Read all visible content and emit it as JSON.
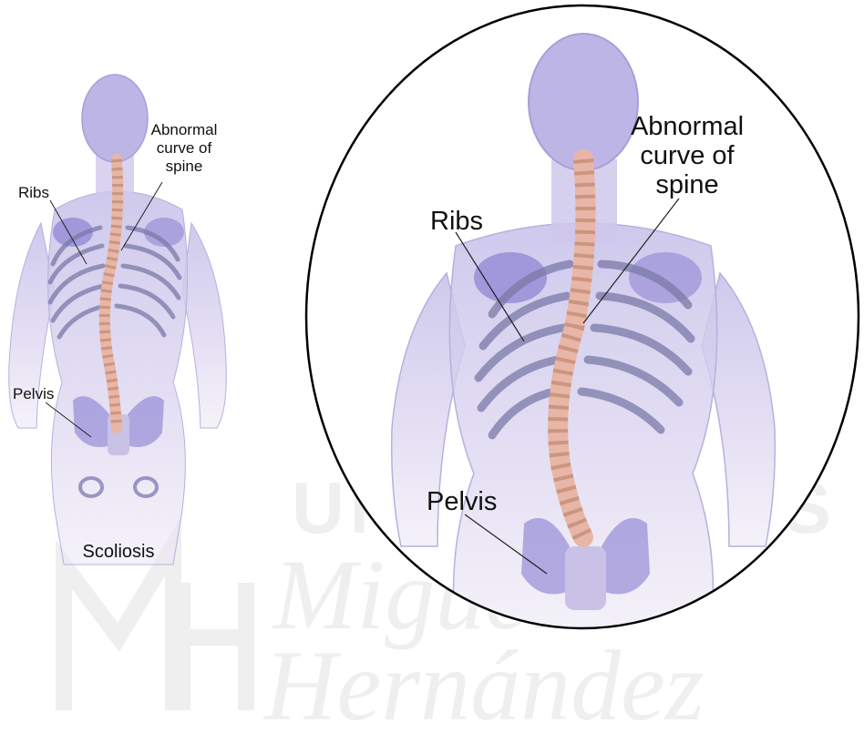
{
  "left_figure": {
    "labels": {
      "abnormal_curve": [
        "Abnormal",
        "curve of",
        "spine"
      ],
      "ribs": "Ribs",
      "pelvis": "Pelvis",
      "caption": "Scoliosis"
    }
  },
  "zoom_figure": {
    "labels": {
      "abnormal_curve": [
        "Abnormal",
        "curve of",
        "spine"
      ],
      "ribs": "Ribs",
      "pelvis": "Pelvis"
    }
  },
  "watermark": {
    "line1": "UNIVERSITAS",
    "line2": "Miguel",
    "line3": "Hernández"
  },
  "colors": {
    "body": "#cfc8ec",
    "body_outline": "#a79fd6",
    "bone_blue": "#8f86d4",
    "rib": "#7a7aa8",
    "spine": "#e8b6a6",
    "spine_dark": "#b87f66",
    "watermark": "#efefef"
  }
}
